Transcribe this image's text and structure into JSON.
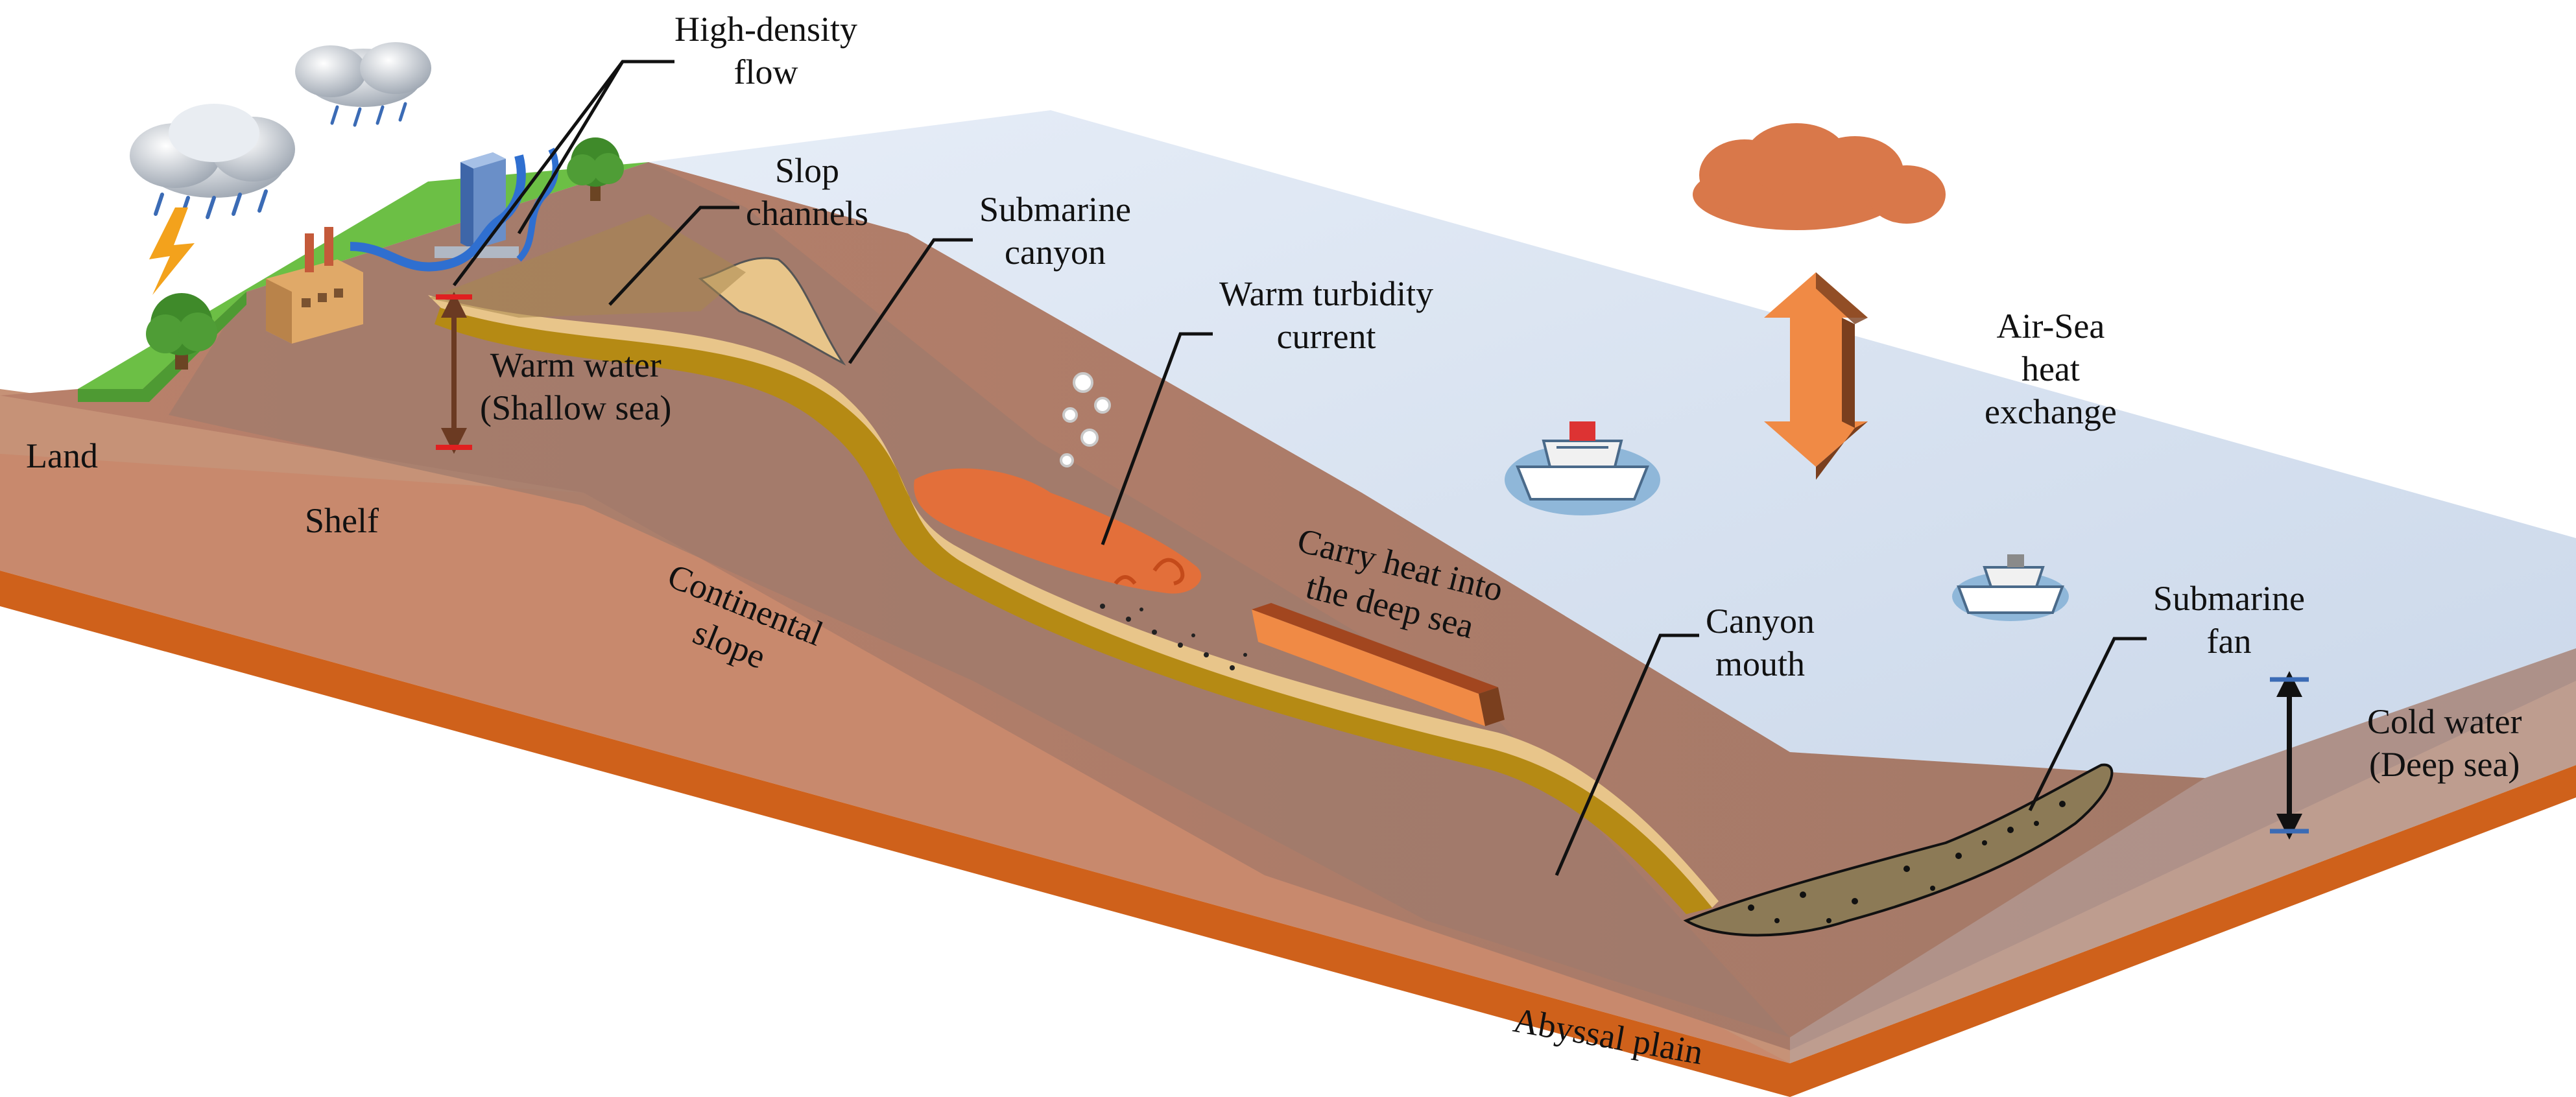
{
  "labels": {
    "high_density_flow": [
      "High-density",
      "flow"
    ],
    "slop_channels": [
      "Slop",
      "channels"
    ],
    "submarine_canyon": [
      "Submarine",
      "canyon"
    ],
    "warm_turbidity_current": [
      "Warm turbidity",
      "current"
    ],
    "air_sea_heat_exchange": [
      "Air-Sea",
      "heat",
      "exchange"
    ],
    "warm_water": [
      "Warm water",
      "(Shallow sea)"
    ],
    "land": "Land",
    "shelf": "Shelf",
    "continental_slope": [
      "Continental",
      "slope"
    ],
    "carry_heat": [
      "Carry heat into",
      "the deep sea"
    ],
    "canyon_mouth": [
      "Canyon",
      "mouth"
    ],
    "submarine_fan": [
      "Submarine",
      "fan"
    ],
    "cold_water": [
      "Cold water",
      "(Deep sea)"
    ],
    "abyssal_plain": "Abyssal plain"
  },
  "colors": {
    "land_green": "#6cbf45",
    "sea_block": "#a98a7c",
    "slope_body": "#c48b6c",
    "base_orange": "#d2661e",
    "sea_water": "#d9e4f2",
    "canyon_sand": "#e8c58a",
    "canyon_gold": "#b58a14",
    "turbidity": "#e36f3a",
    "cloud_orange": "#d9784a",
    "arrow_orange": "#f08a45",
    "arrow_brown": "#7a3f1e",
    "fan": "#8c7a56",
    "cold_arrow": "#111111",
    "bracket_blue": "#3b6bb5",
    "marker_red": "#e02020"
  },
  "icons": [
    "storm-cloud-icon",
    "rain-cloud-icon",
    "lightning-icon",
    "building-icon",
    "factory-icon",
    "tree-icon",
    "ship-icon",
    "bubble-icon"
  ]
}
